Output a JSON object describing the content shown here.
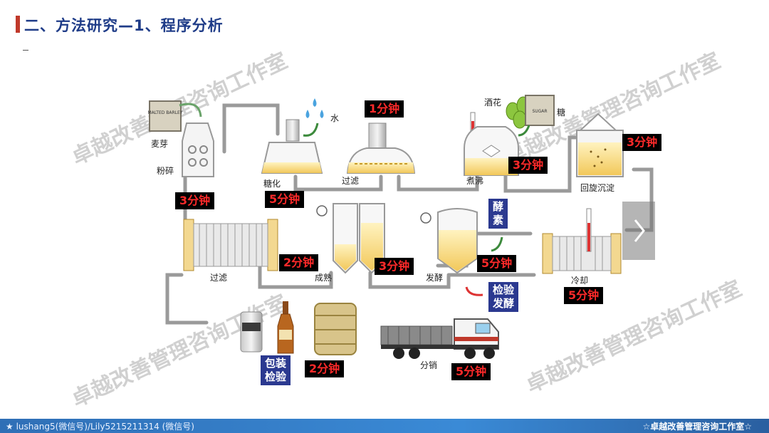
{
  "slide": {
    "title": "二、方法研究—1、程序分析"
  },
  "watermark": "卓越改善管理咨询工作室",
  "labels": {
    "malt": "麦芽",
    "malt_bag": "MALTED BARLEY",
    "crush": "粉碎",
    "water": "水",
    "mash": "糖化",
    "lauter": "过滤",
    "hops": "酒花",
    "sugar": "糖",
    "sugar_bag": "SUGAR",
    "boil": "煮沸",
    "whirlpool": "回旋沉淀",
    "filter": "过滤",
    "mature": "成熟",
    "ferment": "发酵",
    "cool": "冷却",
    "distribute": "分销"
  },
  "times": {
    "lauter": "1分钟",
    "crush": "3分钟",
    "mash": "5分钟",
    "boil": "3分钟",
    "whirlpool": "3分钟",
    "filter": "2分钟",
    "mature": "3分钟",
    "ferment": "5分钟",
    "cool": "5分钟",
    "package": "2分钟",
    "distribute": "5分钟"
  },
  "notes": {
    "enzyme": "酵\n素",
    "inspect_ferment": "检验\n发酵",
    "package_inspect": "包装\n检验"
  },
  "footer": {
    "left": "lushang5(微信号)/Lily5215211314 (微信号)",
    "right": "☆卓越改善管理咨询工作室☆"
  },
  "colors": {
    "title": "#1f3c88",
    "accent_bar": "#c0392b",
    "time_text": "#ff2a2a",
    "note_bg": "#2b3990",
    "footer": "#3a8ad6"
  }
}
